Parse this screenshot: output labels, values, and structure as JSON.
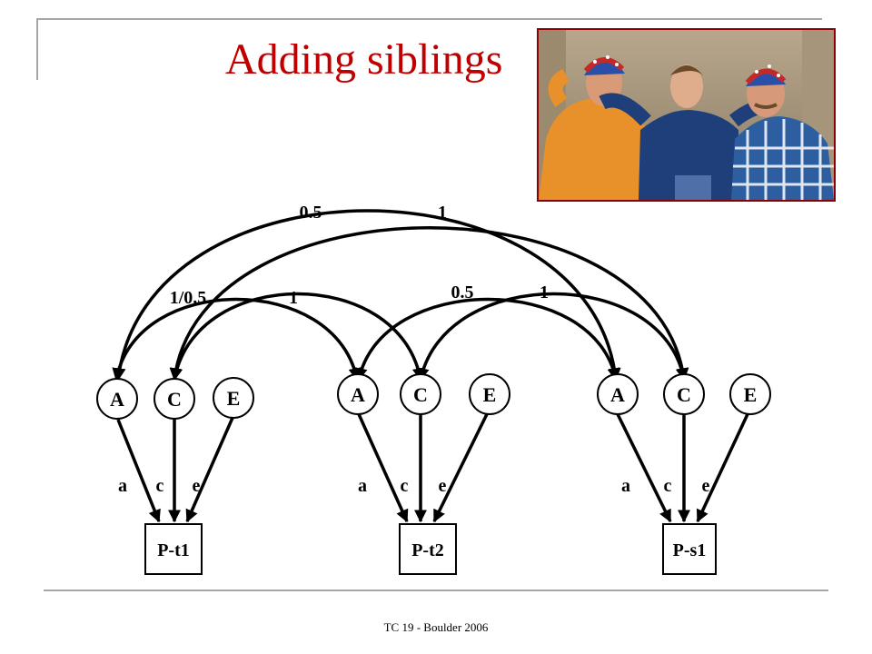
{
  "slide": {
    "title": "Adding siblings",
    "footer": "TC 19 - Boulder 2006",
    "colors": {
      "title": "#c00000",
      "lines": "#a6a6a6",
      "photo_border": "#8b0000"
    }
  },
  "photo": {
    "description_icon": "photo-three-men-with-eeg-caps"
  },
  "diagram": {
    "correlations": {
      "top_left": "0.5",
      "top_right": "1",
      "mid_left": "1/0.5",
      "mid_right_left": "1",
      "mid2_left": "0.5",
      "mid2_right": "1"
    },
    "groups": [
      {
        "latents": [
          "A",
          "C",
          "E"
        ],
        "paths": [
          "a",
          "c",
          "e"
        ],
        "observed": "P-t1"
      },
      {
        "latents": [
          "A",
          "C",
          "E"
        ],
        "paths": [
          "a",
          "c",
          "e"
        ],
        "observed": "P-t2"
      },
      {
        "latents": [
          "A",
          "C",
          "E"
        ],
        "paths": [
          "a",
          "c",
          "e"
        ],
        "observed": "P-s1"
      }
    ]
  }
}
